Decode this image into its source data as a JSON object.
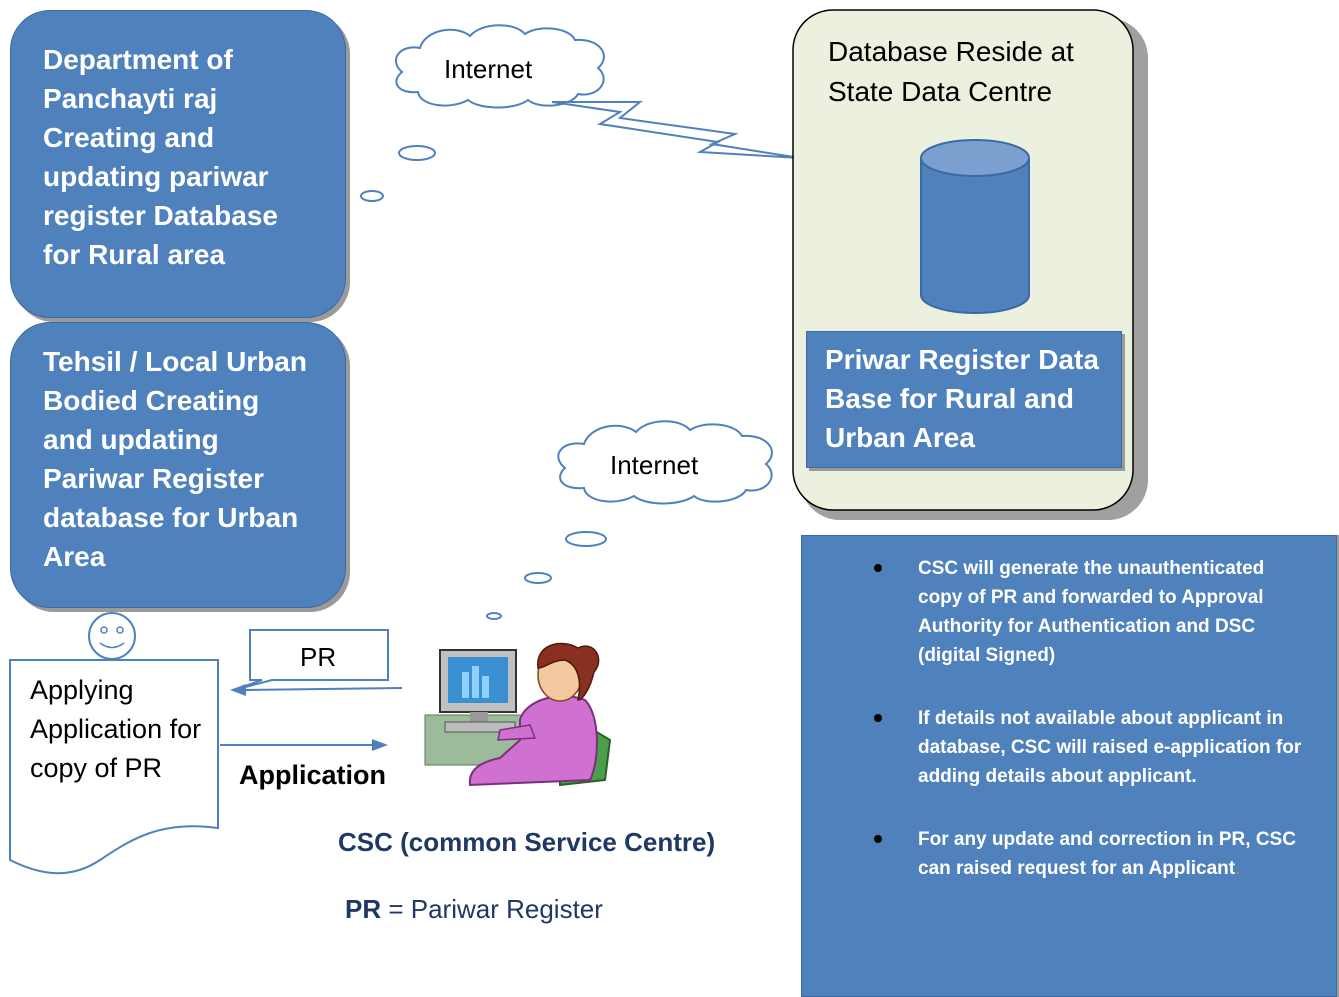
{
  "boxes": {
    "panchayat": "Department of Panchayti  raj Creating and updating  pariwar register Database for Rural area",
    "tehsil": "Tehsil / Local Urban Bodied Creating and updating  Pariwar Register database for Urban Area",
    "state_centre_title": "Database Reside at State Data Centre",
    "db_label": "Priwar Register Data Base for Rural and Urban Area"
  },
  "clouds": {
    "top": "Internet",
    "middle": "Internet"
  },
  "callout_pr": "PR",
  "document_text": "Applying Application for copy of PR",
  "application_label": "Application",
  "csc_label": "CSC (common Service  Centre)",
  "legend": {
    "abbr": "PR",
    "definition": " = Pariwar Register"
  },
  "notes": [
    "CSC will generate the unauthenticated copy of PR and forwarded to Approval Authority for Authentication and DSC (digital Signed)",
    "If details not available about applicant in database, CSC will raised e-application for adding details about applicant.",
    " For any update and correction in PR, CSC can raised request  for an Applicant"
  ],
  "notes_tail": ".",
  "colors": {
    "box_blue": "#4f81bd",
    "state_bg": "#ebf1de",
    "cyl_blue": "#4f81bd"
  },
  "icons": [
    "smiley-icon",
    "cloud-icon",
    "computer-user-icon",
    "lightning-icon"
  ]
}
